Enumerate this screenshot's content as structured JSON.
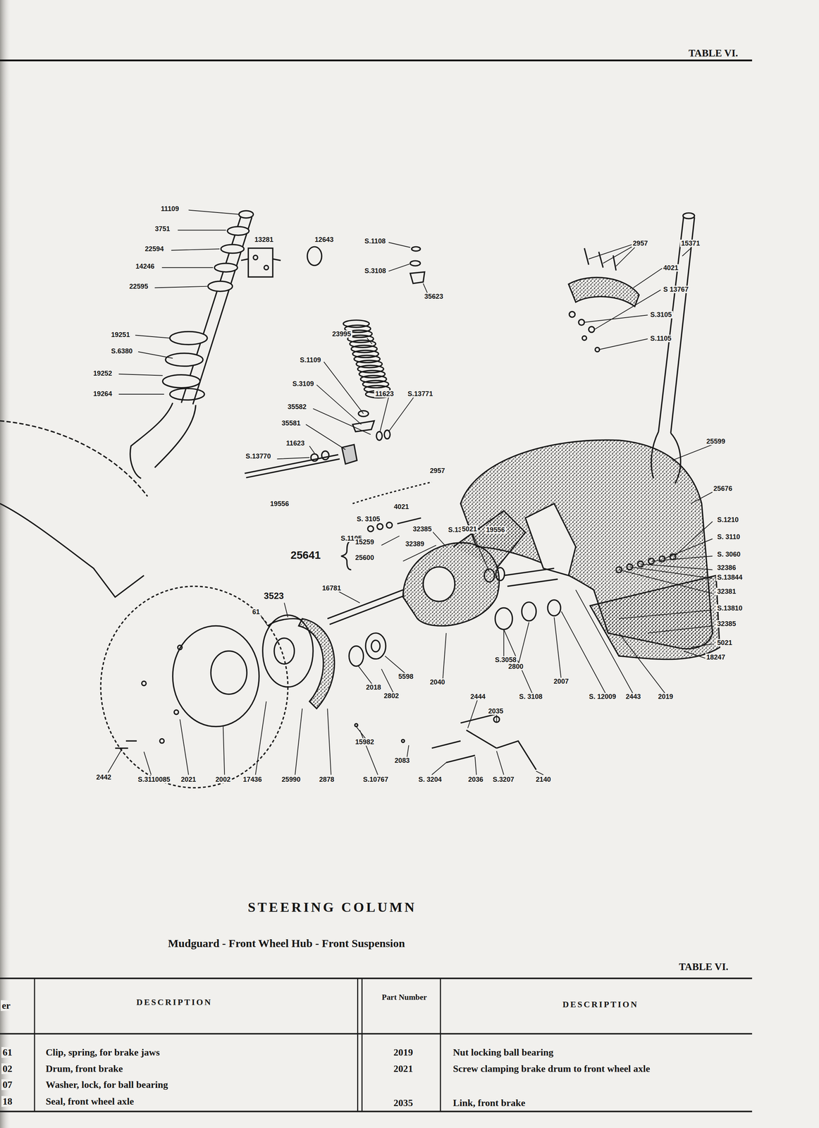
{
  "diagram": {
    "title": "STEERING COLUMN",
    "caption": "Mudguard - Front Wheel Hub - Front Suspension",
    "labels": [
      "TABLE VI.",
      "11109",
      "3751",
      "22594",
      "14246",
      "22595",
      "13281",
      "12643",
      "S.1108",
      "S.3108",
      "35623",
      "2957",
      "15371",
      "4021",
      "S 13767",
      "S.3105",
      "S.1105",
      "19251",
      "S.6380",
      "19252",
      "19264",
      "23995",
      "S.1109",
      "S.3109",
      "35582",
      "35581",
      "11623",
      "S.13771",
      "11623",
      "S.13770",
      "19556",
      "2957",
      "4021",
      "S. 3105",
      "S.1105",
      "S.13840",
      "19556",
      "25599",
      "25676",
      "S.1210",
      "S. 3110",
      "S. 3060",
      "32386",
      "S.13844",
      "32381",
      "S.13810",
      "32385",
      "5021",
      "18247",
      "32385",
      "5021",
      "32389",
      "15259",
      "25641",
      "25600",
      "3523",
      "61",
      "16781",
      "S.3058",
      "2800",
      "2007",
      "S. 3108",
      "S. 12009",
      "2443",
      "2019",
      "5598",
      "2040",
      "2018",
      "2802",
      "2444",
      "2035",
      "15982",
      "2083",
      "S. 3204",
      "2036",
      "S.3207",
      "2140",
      "S.10767",
      "2878",
      "25990",
      "17436",
      "2002",
      "2021",
      "S.3110085",
      "2442",
      "TABLE VI.",
      "er",
      "DESCRIPTION",
      "Part Number",
      "DESCRIPTION",
      "61",
      "02",
      "07",
      "18",
      "Clip, spring, for brake jaws",
      "Drum, front brake",
      "Washer, lock, for ball bearing",
      "Seal, front wheel axle",
      "2019",
      "2021",
      "2035",
      "Nut locking ball bearing",
      "Screw clamping brake drum to front wheel axle",
      "Link, front brake"
    ]
  }
}
